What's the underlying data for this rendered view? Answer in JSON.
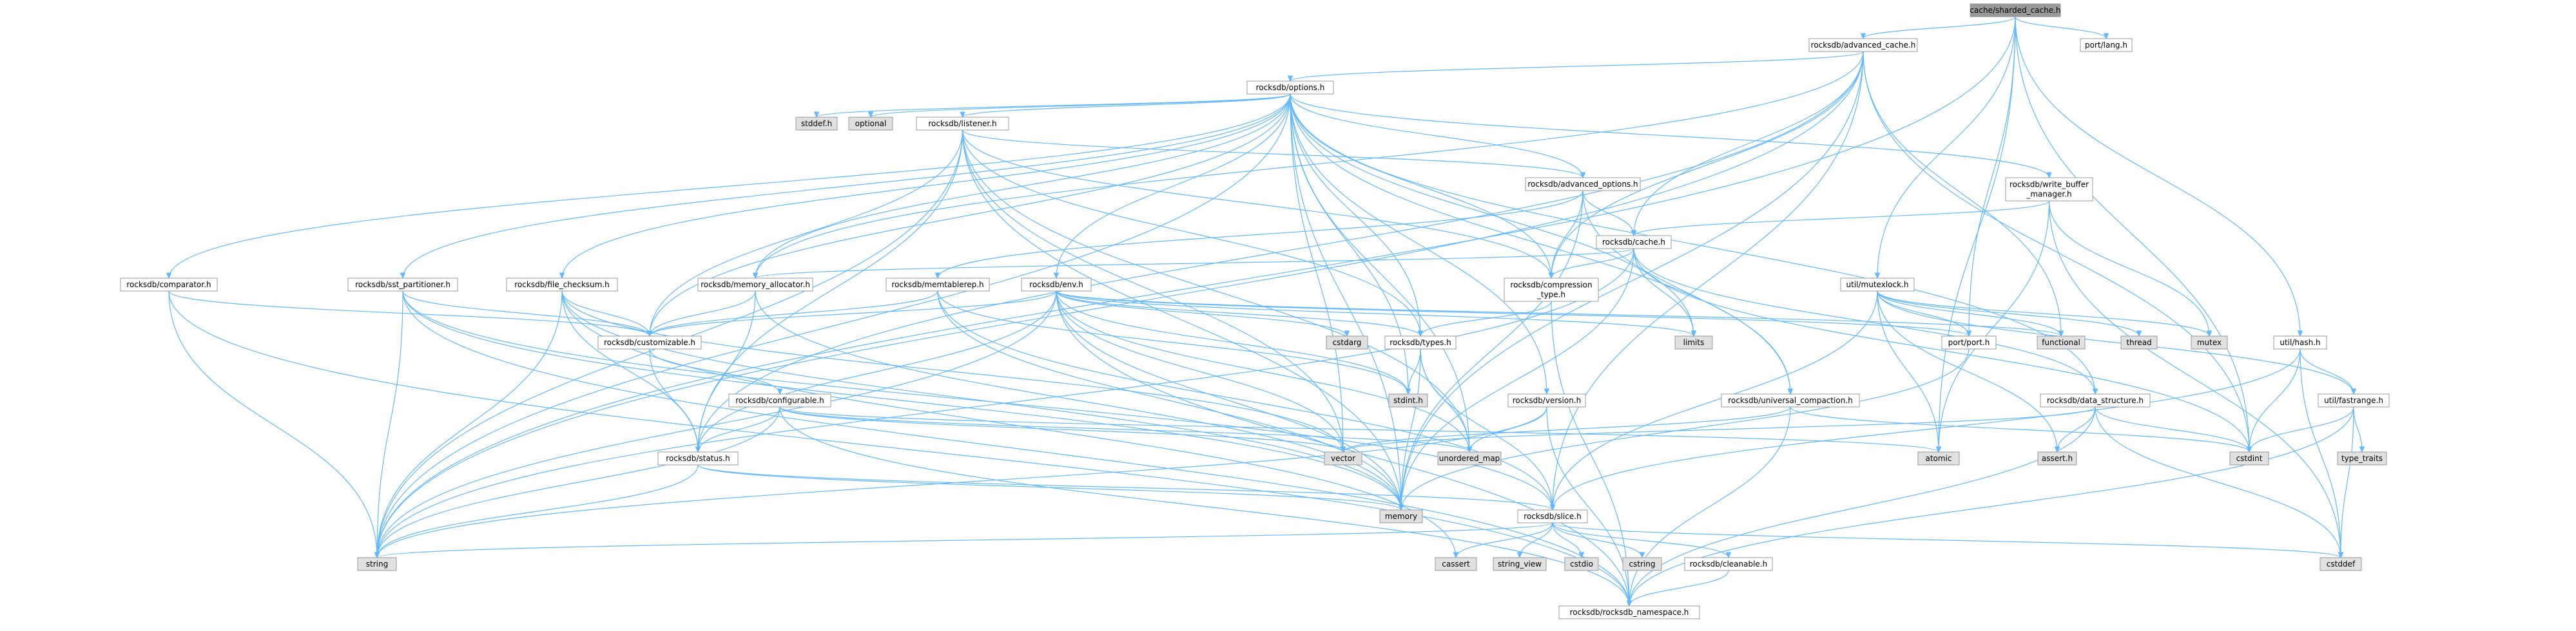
{
  "colors": {
    "focus_fill": "#999999",
    "normal_fill": "#ffffff",
    "missing_fill": "#e0e0e0",
    "red_border": "#ff0000",
    "gray_border": "#999999",
    "edge": "#63b8ff"
  },
  "nodes": [
    {
      "id": "cache_sharded",
      "lines": [
        "cache/sharded_cache.h"
      ],
      "kind": "focus"
    },
    {
      "id": "advanced_cache",
      "lines": [
        "rocksdb/advanced_cache.h"
      ],
      "kind": "normal"
    },
    {
      "id": "port_lang",
      "lines": [
        "port/lang.h"
      ],
      "kind": "normal"
    },
    {
      "id": "options",
      "lines": [
        "rocksdb/options.h"
      ],
      "kind": "normal"
    },
    {
      "id": "stddef",
      "lines": [
        "stddef.h"
      ],
      "kind": "missing"
    },
    {
      "id": "optional",
      "lines": [
        "optional"
      ],
      "kind": "missing"
    },
    {
      "id": "listener",
      "lines": [
        "rocksdb/listener.h"
      ],
      "kind": "red"
    },
    {
      "id": "advanced_options",
      "lines": [
        "rocksdb/advanced_options.h"
      ],
      "kind": "normal"
    },
    {
      "id": "write_buffer_manager",
      "lines": [
        "rocksdb/write_buffer",
        "_manager.h"
      ],
      "kind": "red"
    },
    {
      "id": "cache",
      "lines": [
        "rocksdb/cache.h"
      ],
      "kind": "normal"
    },
    {
      "id": "comparator",
      "lines": [
        "rocksdb/comparator.h"
      ],
      "kind": "normal"
    },
    {
      "id": "sst_partitioner",
      "lines": [
        "rocksdb/sst_partitioner.h"
      ],
      "kind": "normal"
    },
    {
      "id": "file_checksum",
      "lines": [
        "rocksdb/file_checksum.h"
      ],
      "kind": "red"
    },
    {
      "id": "memory_allocator",
      "lines": [
        "rocksdb/memory_allocator.h"
      ],
      "kind": "normal"
    },
    {
      "id": "memtablerep",
      "lines": [
        "rocksdb/memtablerep.h"
      ],
      "kind": "red"
    },
    {
      "id": "env",
      "lines": [
        "rocksdb/env.h"
      ],
      "kind": "red"
    },
    {
      "id": "compression_type",
      "lines": [
        "rocksdb/compression",
        "_type.h"
      ],
      "kind": "normal"
    },
    {
      "id": "mutexlock",
      "lines": [
        "util/mutexlock.h"
      ],
      "kind": "normal"
    },
    {
      "id": "customizable",
      "lines": [
        "rocksdb/customizable.h"
      ],
      "kind": "normal"
    },
    {
      "id": "cstdarg",
      "lines": [
        "cstdarg"
      ],
      "kind": "missing"
    },
    {
      "id": "types",
      "lines": [
        "rocksdb/types.h"
      ],
      "kind": "normal"
    },
    {
      "id": "limits",
      "lines": [
        "limits"
      ],
      "kind": "missing"
    },
    {
      "id": "functional",
      "lines": [
        "functional"
      ],
      "kind": "missing"
    },
    {
      "id": "thread",
      "lines": [
        "thread"
      ],
      "kind": "missing"
    },
    {
      "id": "mutex",
      "lines": [
        "mutex"
      ],
      "kind": "missing"
    },
    {
      "id": "port_port",
      "lines": [
        "port/port.h"
      ],
      "kind": "normal"
    },
    {
      "id": "util_hash",
      "lines": [
        "util/hash.h"
      ],
      "kind": "normal"
    },
    {
      "id": "data_structure",
      "lines": [
        "rocksdb/data_structure.h"
      ],
      "kind": "normal"
    },
    {
      "id": "util_fastrange",
      "lines": [
        "util/fastrange.h"
      ],
      "kind": "normal"
    },
    {
      "id": "configurable",
      "lines": [
        "rocksdb/configurable.h"
      ],
      "kind": "red"
    },
    {
      "id": "stdint",
      "lines": [
        "stdint.h"
      ],
      "kind": "missing"
    },
    {
      "id": "version",
      "lines": [
        "rocksdb/version.h"
      ],
      "kind": "normal"
    },
    {
      "id": "universal_compaction",
      "lines": [
        "rocksdb/universal_compaction.h"
      ],
      "kind": "red"
    },
    {
      "id": "status",
      "lines": [
        "rocksdb/status.h"
      ],
      "kind": "normal"
    },
    {
      "id": "vector",
      "lines": [
        "vector"
      ],
      "kind": "missing"
    },
    {
      "id": "unordered_map",
      "lines": [
        "unordered_map"
      ],
      "kind": "missing"
    },
    {
      "id": "atomic",
      "lines": [
        "atomic"
      ],
      "kind": "missing"
    },
    {
      "id": "cstdint",
      "lines": [
        "cstdint"
      ],
      "kind": "missing"
    },
    {
      "id": "assert",
      "lines": [
        "assert.h"
      ],
      "kind": "missing"
    },
    {
      "id": "type_traits",
      "lines": [
        "type_traits"
      ],
      "kind": "missing"
    },
    {
      "id": "memory",
      "lines": [
        "memory"
      ],
      "kind": "missing"
    },
    {
      "id": "slice",
      "lines": [
        "rocksdb/slice.h"
      ],
      "kind": "normal"
    },
    {
      "id": "string",
      "lines": [
        "string"
      ],
      "kind": "missing"
    },
    {
      "id": "cassert",
      "lines": [
        "cassert"
      ],
      "kind": "missing"
    },
    {
      "id": "string_view",
      "lines": [
        "string_view"
      ],
      "kind": "missing"
    },
    {
      "id": "cstdio",
      "lines": [
        "cstdio"
      ],
      "kind": "missing"
    },
    {
      "id": "cstring",
      "lines": [
        "cstring"
      ],
      "kind": "missing"
    },
    {
      "id": "cleanable",
      "lines": [
        "rocksdb/cleanable.h"
      ],
      "kind": "normal"
    },
    {
      "id": "cstddef",
      "lines": [
        "cstddef"
      ],
      "kind": "missing"
    },
    {
      "id": "rocksdb_namespace",
      "lines": [
        "rocksdb/rocksdb_namespace.h"
      ],
      "kind": "normal"
    }
  ],
  "edges": [
    [
      "cache_sharded",
      "advanced_cache"
    ],
    [
      "cache_sharded",
      "port_lang"
    ],
    [
      "cache_sharded",
      "port_port"
    ],
    [
      "cache_sharded",
      "mutexlock"
    ],
    [
      "cache_sharded",
      "util_hash"
    ],
    [
      "cache_sharded",
      "cstdint"
    ],
    [
      "cache_sharded",
      "string"
    ],
    [
      "cache_sharded",
      "atomic"
    ],
    [
      "advanced_cache",
      "options"
    ],
    [
      "advanced_cache",
      "cache"
    ],
    [
      "advanced_cache",
      "cstdint"
    ],
    [
      "advanced_cache",
      "functional"
    ],
    [
      "advanced_cache",
      "memory"
    ],
    [
      "advanced_cache",
      "string"
    ],
    [
      "advanced_cache",
      "status"
    ],
    [
      "advanced_cache",
      "slice"
    ],
    [
      "advanced_cache",
      "compression_type"
    ],
    [
      "advanced_cache",
      "memory_allocator"
    ],
    [
      "options",
      "stddef"
    ],
    [
      "options",
      "optional"
    ],
    [
      "options",
      "listener"
    ],
    [
      "options",
      "advanced_options"
    ],
    [
      "options",
      "write_buffer_manager"
    ],
    [
      "options",
      "comparator"
    ],
    [
      "options",
      "sst_partitioner"
    ],
    [
      "options",
      "file_checksum"
    ],
    [
      "options",
      "memory_allocator"
    ],
    [
      "options",
      "env"
    ],
    [
      "options",
      "compression_type"
    ],
    [
      "options",
      "customizable"
    ],
    [
      "options",
      "types"
    ],
    [
      "options",
      "limits"
    ],
    [
      "options",
      "data_structure"
    ],
    [
      "options",
      "version"
    ],
    [
      "options",
      "universal_compaction"
    ],
    [
      "options",
      "string"
    ],
    [
      "options",
      "vector"
    ],
    [
      "options",
      "memory"
    ],
    [
      "options",
      "unordered_map"
    ],
    [
      "options",
      "stdint"
    ],
    [
      "listener",
      "advanced_options"
    ],
    [
      "listener",
      "compression_type"
    ],
    [
      "listener",
      "customizable"
    ],
    [
      "listener",
      "status"
    ],
    [
      "listener",
      "types"
    ],
    [
      "listener",
      "memory"
    ],
    [
      "listener",
      "string"
    ],
    [
      "listener",
      "unordered_map"
    ],
    [
      "listener",
      "vector"
    ],
    [
      "advanced_options",
      "memtablerep"
    ],
    [
      "advanced_options",
      "universal_compaction"
    ],
    [
      "advanced_options",
      "cache"
    ],
    [
      "advanced_options",
      "compression_type"
    ],
    [
      "advanced_options",
      "memory"
    ],
    [
      "write_buffer_manager",
      "cache"
    ],
    [
      "write_buffer_manager",
      "atomic"
    ],
    [
      "write_buffer_manager",
      "mutex"
    ],
    [
      "write_buffer_manager",
      "cstddef"
    ],
    [
      "cache",
      "memory_allocator"
    ],
    [
      "cache",
      "compression_type"
    ],
    [
      "cache",
      "data_structure"
    ],
    [
      "cache",
      "limits"
    ],
    [
      "cache",
      "memory"
    ],
    [
      "cache",
      "string"
    ],
    [
      "cache",
      "cstdint"
    ],
    [
      "comparator",
      "customizable"
    ],
    [
      "comparator",
      "string"
    ],
    [
      "comparator",
      "rocksdb_namespace"
    ],
    [
      "sst_partitioner",
      "customizable"
    ],
    [
      "sst_partitioner",
      "slice"
    ],
    [
      "sst_partitioner",
      "memory"
    ],
    [
      "sst_partitioner",
      "string"
    ],
    [
      "sst_partitioner",
      "rocksdb_namespace"
    ],
    [
      "file_checksum",
      "customizable"
    ],
    [
      "file_checksum",
      "status"
    ],
    [
      "file_checksum",
      "string"
    ],
    [
      "file_checksum",
      "vector"
    ],
    [
      "file_checksum",
      "memory"
    ],
    [
      "file_checksum",
      "cassert"
    ],
    [
      "memory_allocator",
      "customizable"
    ],
    [
      "memory_allocator",
      "status"
    ],
    [
      "memory_allocator",
      "memory"
    ],
    [
      "memtablerep",
      "customizable"
    ],
    [
      "memtablerep",
      "slice"
    ],
    [
      "memtablerep",
      "memory"
    ],
    [
      "memtablerep",
      "stdint"
    ],
    [
      "env",
      "customizable"
    ],
    [
      "env",
      "functional"
    ],
    [
      "env",
      "cstdarg"
    ],
    [
      "env",
      "types"
    ],
    [
      "env",
      "limits"
    ],
    [
      "env",
      "status"
    ],
    [
      "env",
      "string"
    ],
    [
      "env",
      "vector"
    ],
    [
      "env",
      "memory"
    ],
    [
      "env",
      "unordered_map"
    ],
    [
      "env",
      "stdint"
    ],
    [
      "env",
      "port_port"
    ],
    [
      "env",
      "rocksdb_namespace"
    ],
    [
      "compression_type",
      "types"
    ],
    [
      "compression_type",
      "rocksdb_namespace"
    ],
    [
      "mutexlock",
      "functional"
    ],
    [
      "mutexlock",
      "thread"
    ],
    [
      "mutexlock",
      "mutex"
    ],
    [
      "mutexlock",
      "port_port"
    ],
    [
      "mutexlock",
      "atomic"
    ],
    [
      "mutexlock",
      "assert"
    ],
    [
      "mutexlock",
      "util_fastrange"
    ],
    [
      "mutexlock",
      "slice"
    ],
    [
      "customizable",
      "configurable"
    ],
    [
      "customizable",
      "status"
    ],
    [
      "types",
      "stdint"
    ],
    [
      "types",
      "slice"
    ],
    [
      "types",
      "memory"
    ],
    [
      "types",
      "unordered_map"
    ],
    [
      "port_port",
      "memory"
    ],
    [
      "util_hash",
      "util_fastrange"
    ],
    [
      "util_hash",
      "cstddef"
    ],
    [
      "util_hash",
      "cstdint"
    ],
    [
      "util_hash",
      "slice"
    ],
    [
      "data_structure",
      "assert"
    ],
    [
      "data_structure",
      "cstddef"
    ],
    [
      "data_structure",
      "cstdint"
    ],
    [
      "data_structure",
      "vector"
    ],
    [
      "data_structure",
      "rocksdb_namespace"
    ],
    [
      "util_fastrange",
      "cstddef"
    ],
    [
      "util_fastrange",
      "cstdint"
    ],
    [
      "util_fastrange",
      "type_traits"
    ],
    [
      "util_fastrange",
      "rocksdb_namespace"
    ],
    [
      "configurable",
      "atomic"
    ],
    [
      "configurable",
      "string"
    ],
    [
      "configurable",
      "unordered_map"
    ],
    [
      "configurable",
      "vector"
    ],
    [
      "configurable",
      "status"
    ],
    [
      "configurable",
      "rocksdb_namespace"
    ],
    [
      "version",
      "string"
    ],
    [
      "version",
      "unordered_map"
    ],
    [
      "version",
      "rocksdb_namespace"
    ],
    [
      "universal_compaction",
      "cstdint"
    ],
    [
      "universal_compaction",
      "vector"
    ],
    [
      "universal_compaction",
      "rocksdb_namespace"
    ],
    [
      "status",
      "memory"
    ],
    [
      "status",
      "string"
    ],
    [
      "status",
      "slice"
    ],
    [
      "slice",
      "cassert"
    ],
    [
      "slice",
      "string_view"
    ],
    [
      "slice",
      "cstdio"
    ],
    [
      "slice",
      "cstring"
    ],
    [
      "slice",
      "cleanable"
    ],
    [
      "slice",
      "cstddef"
    ],
    [
      "slice",
      "string"
    ],
    [
      "cleanable",
      "rocksdb_namespace"
    ]
  ]
}
